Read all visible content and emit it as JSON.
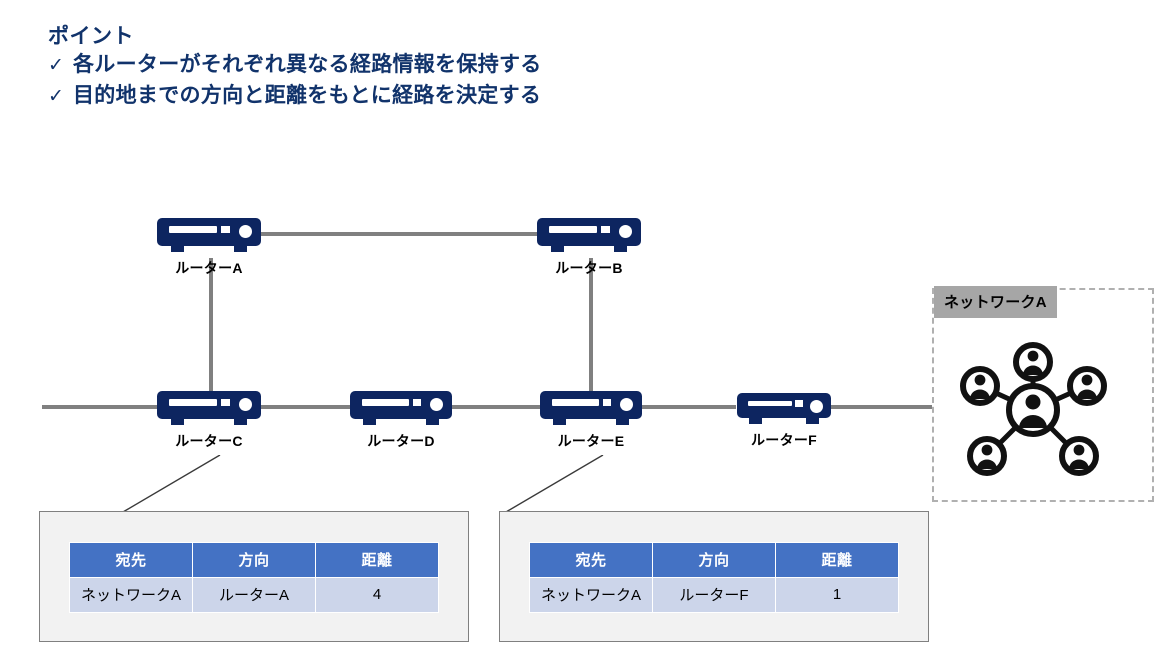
{
  "header": {
    "title": "ポイント",
    "check_glyph": "✓",
    "bullets": [
      "各ルーターがそれぞれ異なる経路情報を保持する",
      "目的地までの方向と距離をもとに経路を決定する"
    ]
  },
  "colors": {
    "router_navy": "#0d2560",
    "link_gray": "#808080",
    "table_header_blue": "#4472c4",
    "table_cell_blue": "#ccd5ea",
    "panel_fill": "#f2f2f2",
    "panel_border": "#808080",
    "net_tab_gray": "#a6a6a6",
    "heading_navy": "#11336b"
  },
  "routers": [
    {
      "id": "a",
      "label": "ルーターA"
    },
    {
      "id": "b",
      "label": "ルーターB"
    },
    {
      "id": "c",
      "label": "ルーターC"
    },
    {
      "id": "d",
      "label": "ルーターD"
    },
    {
      "id": "e",
      "label": "ルーターE"
    },
    {
      "id": "f",
      "label": "ルーターF"
    }
  ],
  "network": {
    "label": "ネットワークA",
    "icon": "network-people-icon"
  },
  "tables": [
    {
      "source_router": "ルーターC",
      "columns": [
        "宛先",
        "方向",
        "距離"
      ],
      "rows": [
        [
          "ネットワークA",
          "ルーターA",
          "4"
        ]
      ]
    },
    {
      "source_router": "ルーターE",
      "columns": [
        "宛先",
        "方向",
        "距離"
      ],
      "rows": [
        [
          "ネットワークA",
          "ルーターF",
          "1"
        ]
      ]
    }
  ]
}
